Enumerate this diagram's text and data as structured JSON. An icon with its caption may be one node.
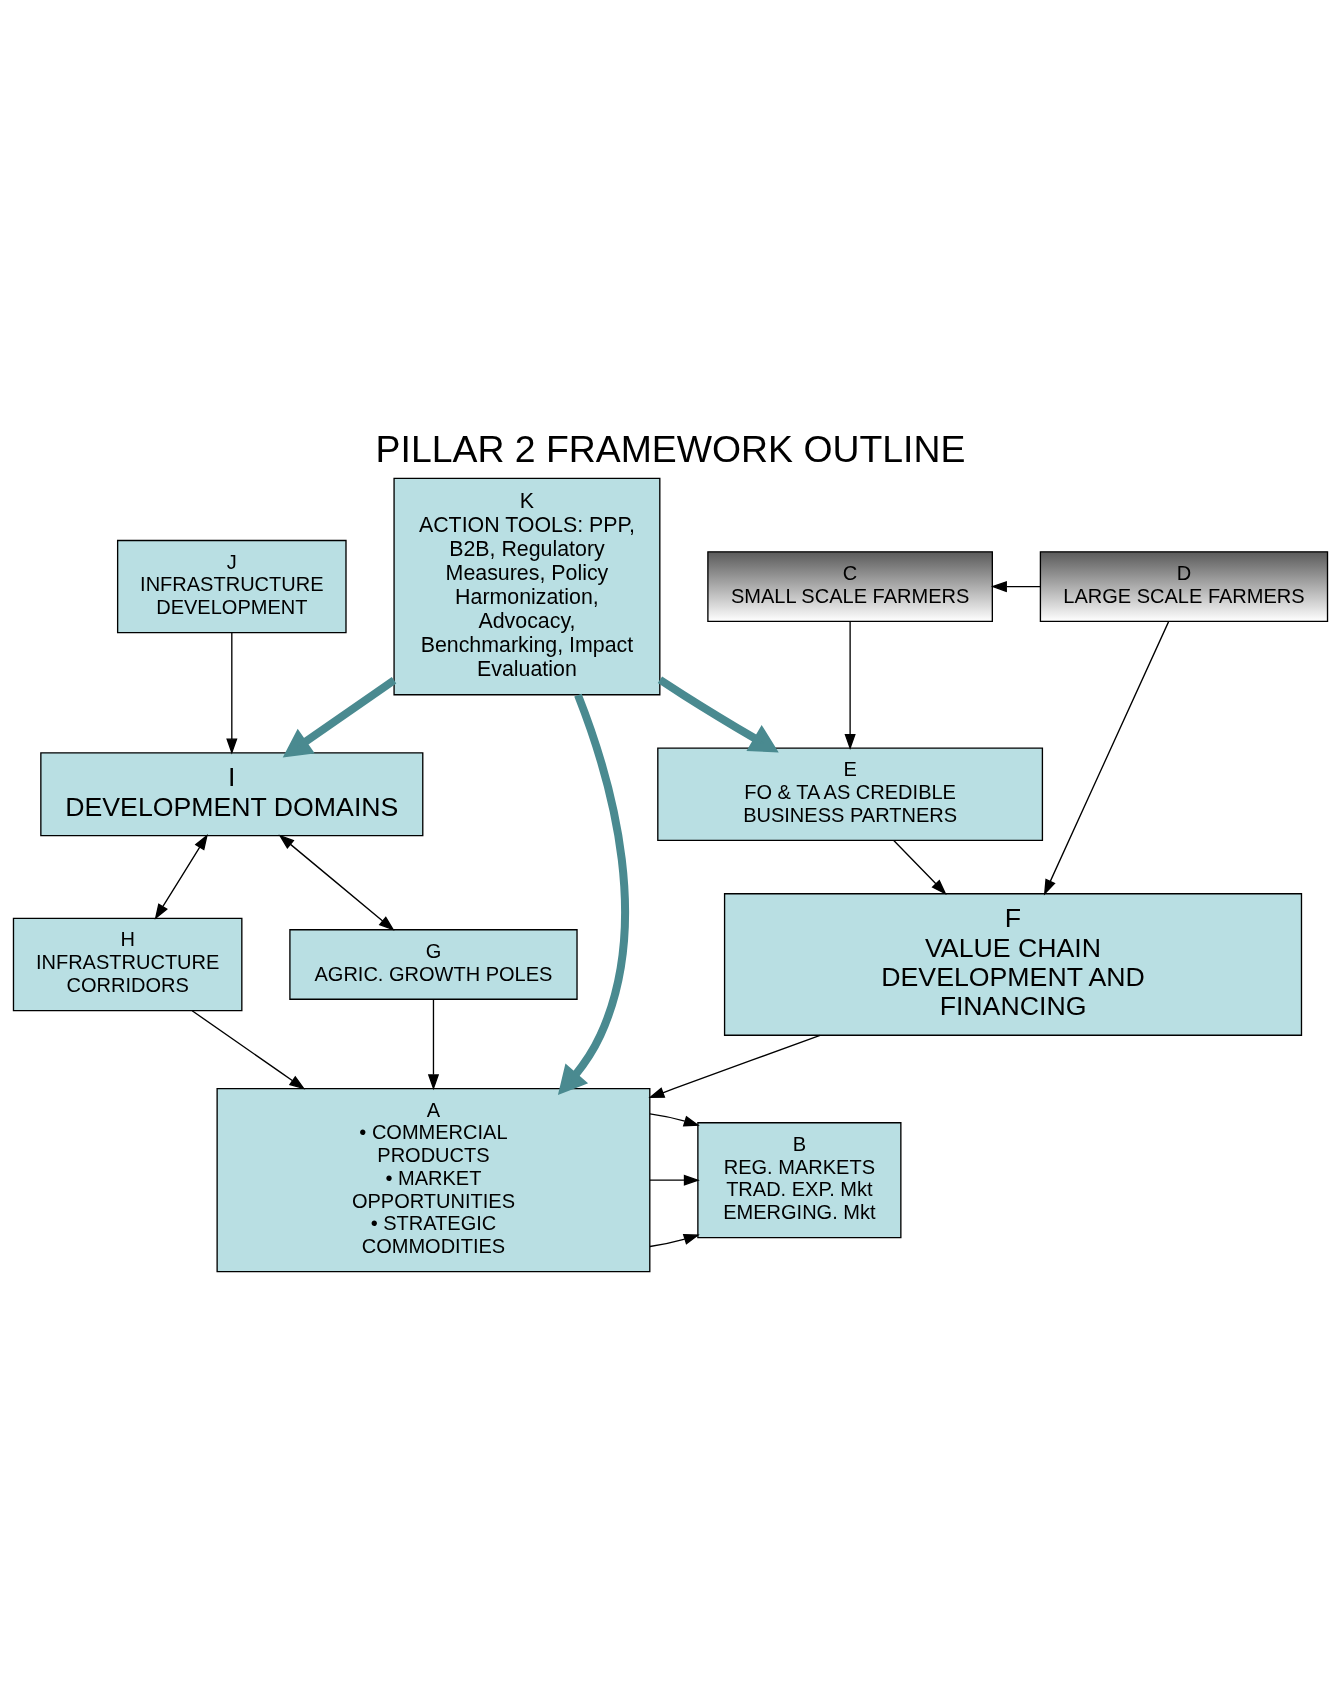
{
  "diagram": {
    "title": "PILLAR 2 FRAMEWORK OUTLINE",
    "nodes": [
      {
        "text": [
          "J",
          "INFRASTRUCTURE DEVELOPMENT"
        ]
      },
      {
        "text": [
          "K",
          "ACTION TOOLS: PPP, B2B, Regulatory Measures, Policy Harmonization, Advocacy, Benchmarking, Impact Evaluation"
        ]
      },
      {
        "text": [
          "I",
          "DEVELOPMENT DOMAINS"
        ]
      },
      {
        "text": [
          "H",
          "INFRASTRUCTURE CORRIDORS"
        ]
      },
      {
        "text": [
          "G",
          "AGRIC. GROWTH POLES"
        ]
      },
      {
        "text": [
          "A",
          "• COMMERCIAL PRODUCTS",
          "• MARKET OPPORTUNITIES",
          "• STRATEGIC COMMODITIES"
        ]
      },
      {
        "text": [
          "B",
          "REG. MARKETS",
          "TRAD. EXP. Mkt",
          "EMERGING. Mkt"
        ]
      },
      {
        "text": [
          "F",
          "VALUE CHAIN DEVELOPMENT AND FINANCING"
        ]
      },
      {
        "text": [
          "E",
          "FO & TA AS CREDIBLE BUSINESS PARTNERS"
        ]
      },
      {
        "text": [
          "C",
          "SMALL SCALE FARMERS"
        ]
      },
      {
        "text": [
          "D",
          "LARGE SCALE FARMERS"
        ]
      }
    ],
    "edges": [
      {
        "from": 0,
        "to": 2,
        "arrow": "to"
      },
      {
        "from": 1,
        "to": 2,
        "arrow": "to",
        "style": "thick",
        "color": "#4a8a90"
      },
      {
        "from": 2,
        "to": 3,
        "arrow": "both"
      },
      {
        "from": 2,
        "to": 4,
        "arrow": "both"
      },
      {
        "from": 3,
        "to": 5,
        "arrow": "to"
      },
      {
        "from": 4,
        "to": 5,
        "arrow": "to"
      },
      {
        "from": 1,
        "to": 5,
        "arrow": "to",
        "style": "thick",
        "color": "#4a8a90"
      },
      {
        "from": 5,
        "to": 6,
        "arrow": "to"
      },
      {
        "from": 5,
        "to": 6,
        "arrow": "to"
      },
      {
        "from": 5,
        "to": 6,
        "arrow": "to"
      },
      {
        "from": 7,
        "to": 5,
        "arrow": "to"
      },
      {
        "from": 8,
        "to": 7,
        "arrow": "to"
      },
      {
        "from": 10,
        "to": 7,
        "arrow": "to"
      },
      {
        "from": 1,
        "to": 8,
        "arrow": "to",
        "style": "thick",
        "color": "#4a8a90"
      },
      {
        "from": 9,
        "to": 8,
        "arrow": "to"
      },
      {
        "from": 10,
        "to": 9,
        "arrow": "to"
      }
    ]
  }
}
